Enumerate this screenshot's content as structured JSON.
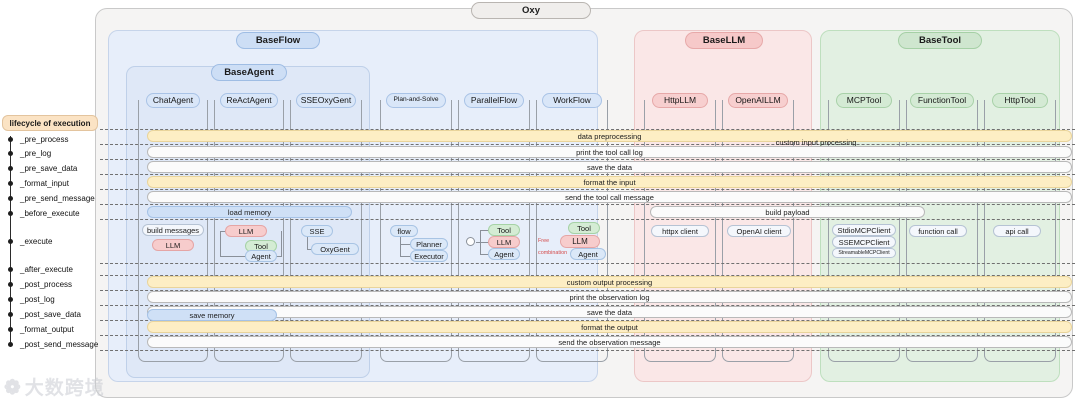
{
  "diagram": {
    "root_label": "Oxy",
    "groups": [
      {
        "id": "flow",
        "label": "BaseFlow"
      },
      {
        "id": "llm",
        "label": "BaseLLM"
      },
      {
        "id": "tool",
        "label": "BaseTool"
      }
    ],
    "subgroup": {
      "label": "BaseAgent"
    },
    "columns": [
      {
        "label": "ChatAgent",
        "group": "flow"
      },
      {
        "label": "ReActAgent",
        "group": "flow"
      },
      {
        "label": "SSEOxyGent",
        "group": "flow"
      },
      {
        "label": "Plan-and-Solve",
        "group": "flow"
      },
      {
        "label": "ParallelFlow",
        "group": "flow"
      },
      {
        "label": "WorkFlow",
        "group": "flow"
      },
      {
        "label": "HttpLLM",
        "group": "llm"
      },
      {
        "label": "OpenAILLM",
        "group": "llm"
      },
      {
        "label": "MCPTool",
        "group": "tool"
      },
      {
        "label": "FunctionTool",
        "group": "tool"
      },
      {
        "label": "HttpTool",
        "group": "tool"
      }
    ]
  },
  "lifecycle": {
    "header": "lifecycle of execution",
    "steps": [
      "_pre_process",
      "_pre_log",
      "_pre_save_data",
      "_format_input",
      "_pre_send_message",
      "_before_execute",
      "_execute",
      "_after_execute",
      "_post_process",
      "_post_log",
      "_post_save_data",
      "_format_output",
      "_post_send_message"
    ]
  },
  "bars": {
    "data_preprocessing": "data preprocessing",
    "custom_input_processing": "custom input processing",
    "print_tool_call_log": "print the tool call log",
    "save_the_data_pre": "save the data",
    "format_the_input": "format the input",
    "send_tool_call_message": "send the tool call message",
    "load_memory": "load memory",
    "build_payload": "build payload",
    "custom_output_processing": "custom output processing",
    "print_observation_log": "print the observation log",
    "save_the_data_post": "save the data",
    "save_memory": "save memory",
    "format_the_output": "format the output",
    "send_observation_message": "send the observation message"
  },
  "execute_cells": {
    "chatagent": {
      "build_messages": "build messages",
      "llm": "LLM"
    },
    "reactagent": {
      "llm": "LLM",
      "tool": "Tool",
      "agent": "Agent"
    },
    "sseoxygent": {
      "sse": "SSE",
      "oxygent": "OxyGent"
    },
    "plan_and_solve": {
      "flow": "flow",
      "planner": "Planner",
      "executor": "Executor"
    },
    "parallelflow": {
      "tool": "Tool",
      "llm": "LLM",
      "agent": "Agent"
    },
    "workflow": {
      "tool": "Tool",
      "llm": "LLM",
      "agent": "Agent",
      "free": "Free",
      "combination": "combination"
    },
    "httpllm": {
      "client": "httpx client"
    },
    "openaillm": {
      "client": "OpenAI client"
    },
    "mcptool": {
      "stdio": "StdioMCPClient",
      "sse": "SSEMCPClient",
      "streamable": "StreamableMCPClient"
    },
    "functiontool": {
      "call": "function call"
    },
    "httptool": {
      "call": "api call"
    }
  },
  "watermark": {
    "logo": "❁",
    "text": "大数跨境"
  },
  "colors": {
    "flow": "#e7eefa",
    "llm": "#fae7e7",
    "tool": "#e2f0e2",
    "accent_yellow": "#fdeec4",
    "accent_blue": "#cfe0f6",
    "accent_red": "#d44a4a"
  }
}
